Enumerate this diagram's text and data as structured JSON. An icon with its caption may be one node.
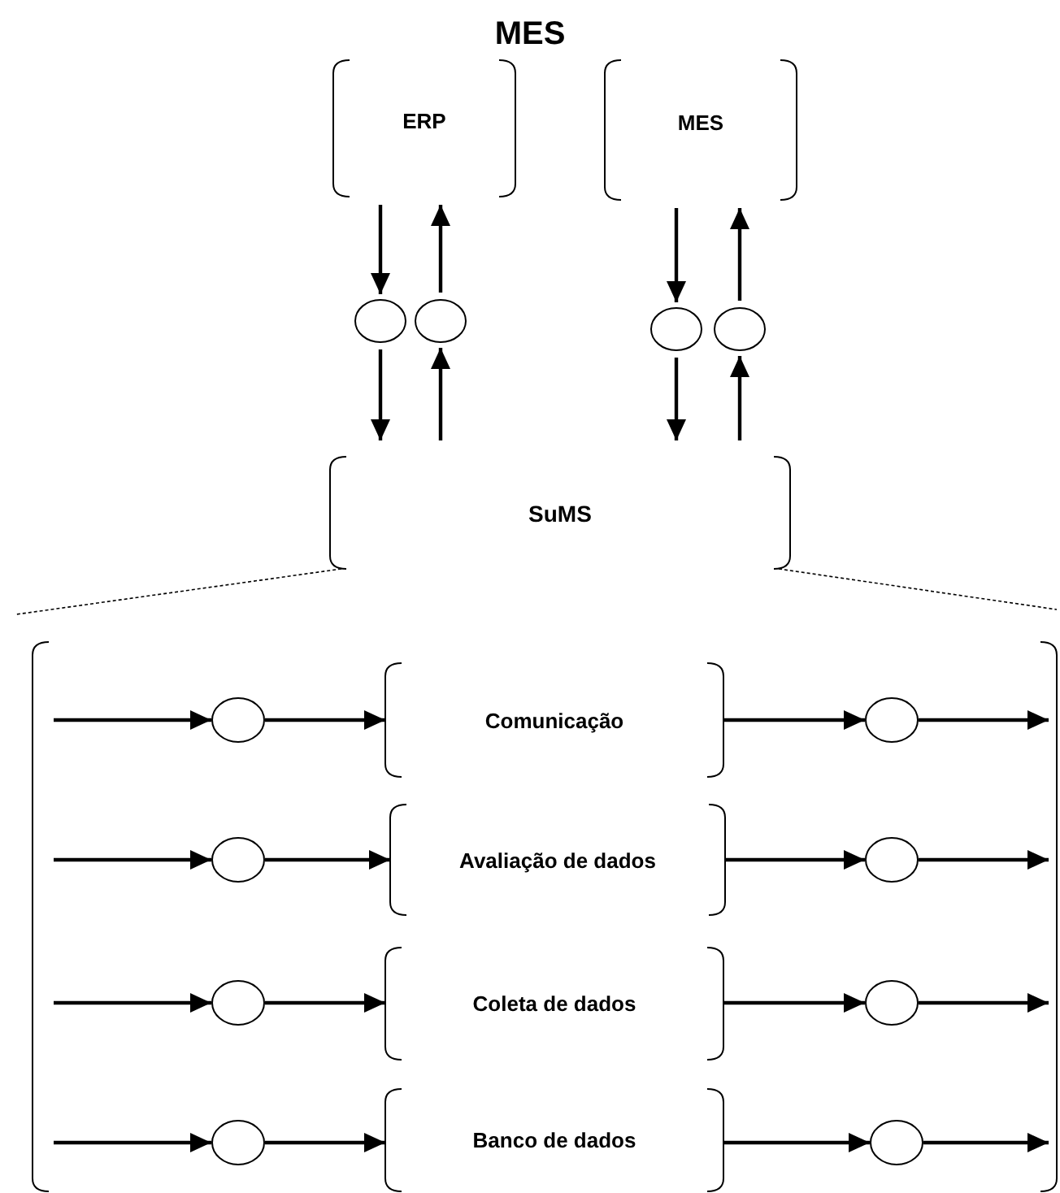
{
  "diagram": {
    "title": "MES",
    "nodes": [
      {
        "text": [
          "ERP"
        ]
      },
      {
        "text": [
          "MES"
        ]
      },
      {
        "text": [],
        "shape": "circle"
      },
      {
        "text": [],
        "shape": "circle"
      },
      {
        "text": [],
        "shape": "circle"
      },
      {
        "text": [],
        "shape": "circle"
      },
      {
        "text": [
          "SuMS"
        ]
      },
      {
        "text": [],
        "shape": "box"
      },
      {
        "text": [],
        "shape": "circle",
        "in": 7
      },
      {
        "text": [
          "Comunicação"
        ],
        "in": 7
      },
      {
        "text": [],
        "shape": "circle",
        "in": 7
      },
      {
        "text": [],
        "shape": "circle",
        "in": 7
      },
      {
        "text": [
          "Avaliação de dados"
        ],
        "in": 7
      },
      {
        "text": [],
        "shape": "circle",
        "in": 7
      },
      {
        "text": [],
        "shape": "circle",
        "in": 7
      },
      {
        "text": [
          "Coleta de dados"
        ],
        "in": 7
      },
      {
        "text": [],
        "shape": "circle",
        "in": 7
      },
      {
        "text": [],
        "shape": "circle",
        "in": 7
      },
      {
        "text": [
          "Banco de dados"
        ],
        "in": 7
      },
      {
        "text": [],
        "shape": "circle",
        "in": 7
      }
    ],
    "edges": [
      {
        "from": 0,
        "to": 2,
        "arrow": "to"
      },
      {
        "from": 3,
        "to": 0,
        "arrow": "to"
      },
      {
        "from": 2,
        "to": 6,
        "arrow": "to"
      },
      {
        "from": 6,
        "to": 3,
        "arrow": "to"
      },
      {
        "from": 1,
        "to": 4,
        "arrow": "to"
      },
      {
        "from": 5,
        "to": 1,
        "arrow": "to"
      },
      {
        "from": 4,
        "to": 6,
        "arrow": "to"
      },
      {
        "from": 6,
        "to": 5,
        "arrow": "to"
      },
      {
        "from": 6,
        "to": 7,
        "arrow": "none",
        "style": "dashed"
      },
      {
        "from": 6,
        "to": 7,
        "arrow": "none",
        "style": "dashed"
      },
      {
        "from": null,
        "to": 8,
        "arrow": "to"
      },
      {
        "from": 8,
        "to": 9,
        "arrow": "to"
      },
      {
        "from": 9,
        "to": 10,
        "arrow": "to"
      },
      {
        "from": 10,
        "to": null,
        "arrow": "to"
      },
      {
        "from": null,
        "to": 11,
        "arrow": "to"
      },
      {
        "from": 11,
        "to": 12,
        "arrow": "to"
      },
      {
        "from": 12,
        "to": 13,
        "arrow": "to"
      },
      {
        "from": 13,
        "to": null,
        "arrow": "to"
      },
      {
        "from": null,
        "to": 14,
        "arrow": "to"
      },
      {
        "from": 14,
        "to": 15,
        "arrow": "to"
      },
      {
        "from": 15,
        "to": 16,
        "arrow": "to"
      },
      {
        "from": 16,
        "to": null,
        "arrow": "to"
      },
      {
        "from": null,
        "to": 17,
        "arrow": "to"
      },
      {
        "from": 17,
        "to": 18,
        "arrow": "to"
      },
      {
        "from": 18,
        "to": 19,
        "arrow": "to"
      },
      {
        "from": 19,
        "to": null,
        "arrow": "to"
      }
    ]
  }
}
